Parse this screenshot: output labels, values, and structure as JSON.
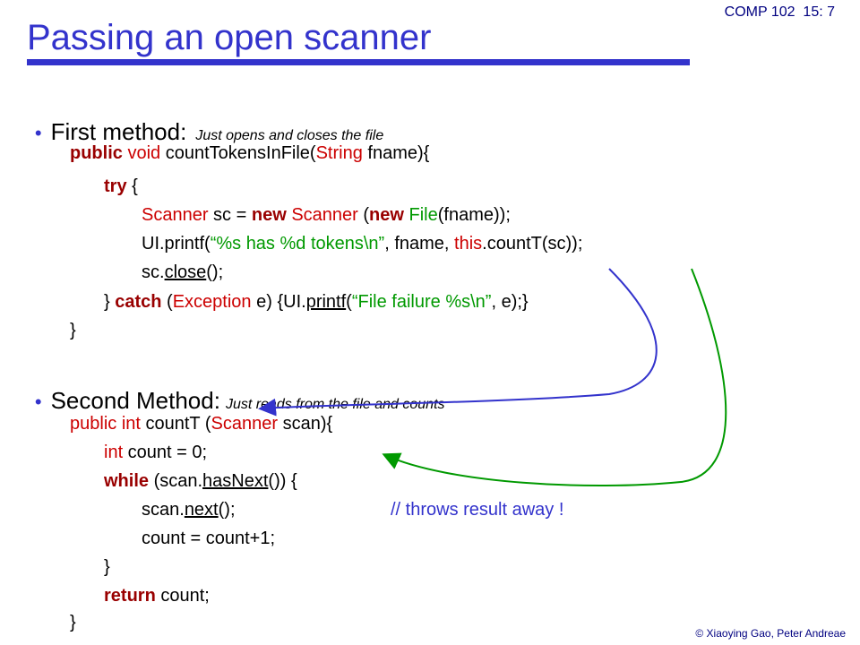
{
  "slide": {
    "title": "Passing an open scanner",
    "course": "COMP 102  15: 7",
    "copyright": "© Xiaoying Gao, Peter Andreae"
  },
  "first": {
    "heading": "First method:",
    "note": "Just opens and closes the file",
    "sig": {
      "kw": "public",
      "type": "void",
      "name": " countTokensInFile(",
      "ptype": "String",
      "param": " fname){"
    },
    "try_kw": "try",
    "try_brace": " {",
    "line1": {
      "t1": "Scanner",
      "t2": " sc = ",
      "kw1": "new",
      "t3": " Scanner",
      "t4": " (",
      "kw2": "new",
      "t5": " File",
      "t6": "(fname));"
    },
    "line2": {
      "t1": "UI.printf(",
      "s1": "“%s has %d tokens\\n”",
      "t2": ", fname, ",
      "kw": "this",
      "t3": ".countT(sc));"
    },
    "line3": {
      "t1": "sc.",
      "u1": "close",
      "t2": "();"
    },
    "line4": {
      "t1": "} ",
      "kw": "catch",
      "t2": " (",
      "ex": "Exception",
      "t3": " e) {UI.",
      "u1": "printf",
      "t4": "(",
      "s1": "“File failure %s\\n”",
      "t5": ", e);}"
    },
    "close": "}"
  },
  "second": {
    "heading": "Second Method:",
    "note": "Just reads from the file and counts",
    "sig": {
      "kw": "public",
      "type": "int",
      "name": " countT (",
      "ptype": "Scanner",
      "param": " scan){"
    },
    "line1": {
      "type": "int",
      "rest": " count = 0;"
    },
    "line2": {
      "kw": "while",
      "t1": " (scan.",
      "u1": "hasNext",
      "t2": "()) {"
    },
    "line3": {
      "t1": "scan.",
      "u1": "next",
      "t2": "();"
    },
    "comment": "// throws result away !",
    "line4": "count = count+1;",
    "line5": "}",
    "line6": {
      "kw": "return",
      "rest": " count;"
    },
    "close": "}"
  },
  "colors": {
    "title": "#3333cc",
    "keyword": "#990000",
    "type": "#cc0000",
    "string": "#009900",
    "arrow_blue": "#3333cc",
    "arrow_green": "#009900"
  }
}
